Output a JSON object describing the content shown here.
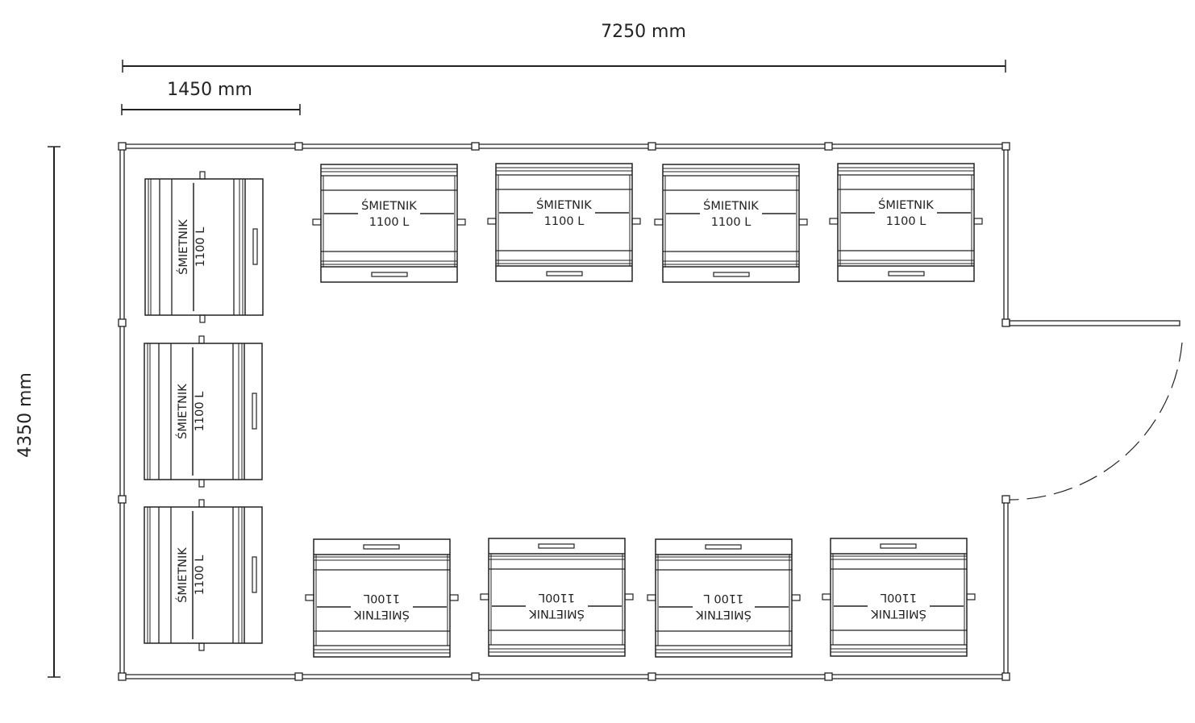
{
  "dimensions": {
    "total_width": "7250 mm",
    "module_width": "1450 mm",
    "depth": "4350 mm"
  },
  "bin_label": "ŚMIETNIK",
  "bins": {
    "top": [
      {
        "name": "ŚMIETNIK",
        "capacity": "1100 L"
      },
      {
        "name": "ŚMIETNIK",
        "capacity": "1100 L"
      },
      {
        "name": "ŚMIETNIK",
        "capacity": "1100 L"
      },
      {
        "name": "ŚMIETNIK",
        "capacity": "1100 L"
      }
    ],
    "left": [
      {
        "name": "ŚMIETNIK",
        "capacity": "1100 L"
      },
      {
        "name": "ŚMIETNIK",
        "capacity": "1100 L"
      },
      {
        "name": "ŚMIETNIK",
        "capacity": "1100 L"
      }
    ],
    "bottom": [
      {
        "name": "ŚMIETNIK",
        "capacity": "1100L"
      },
      {
        "name": "ŚMIETNIK",
        "capacity": "1100L"
      },
      {
        "name": "ŚMIETNIK",
        "capacity": "1100 L"
      },
      {
        "name": "ŚMIETNIK",
        "capacity": "1100L"
      }
    ]
  }
}
